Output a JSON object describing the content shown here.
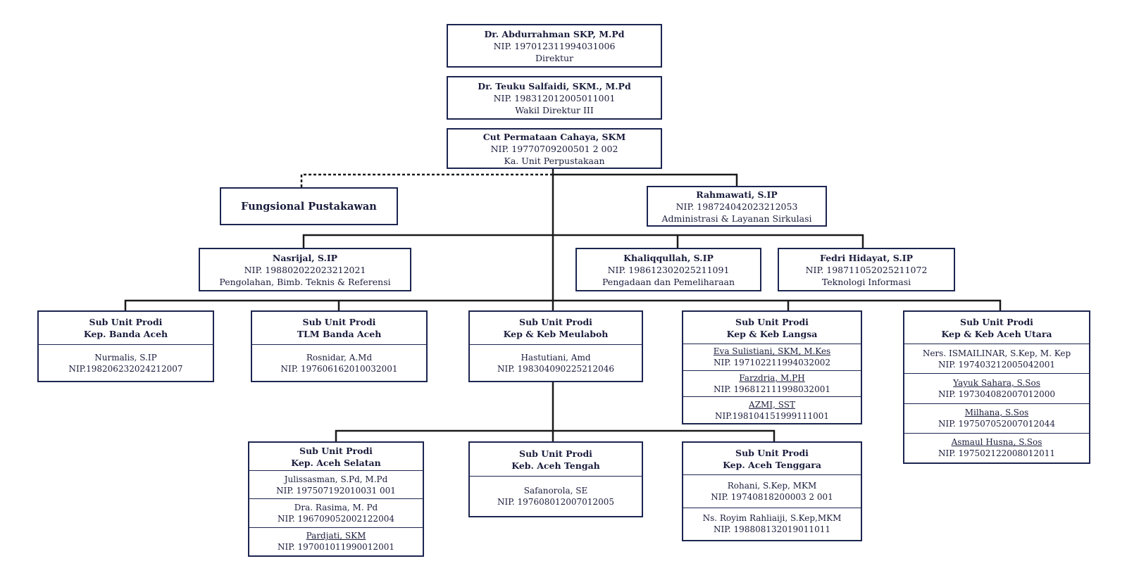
{
  "top": [
    {
      "name": "Dr. Abdurrahman SKP, M.Pd",
      "nip": "NIP. 197012311994031006",
      "role": "Direktur"
    },
    {
      "name": "Dr. Teuku Salfaidi, SKM., M.Pd",
      "nip": "NIP. 198312012005011001",
      "role": "Wakil Direktur III"
    },
    {
      "name": "Cut Permataan Cahaya, SKM",
      "nip": "NIP. 19770709200501 2 002",
      "role": "Ka. Unit Perpustakaan"
    }
  ],
  "fungsional": "Fungsional Pustakawan",
  "rahmawati": {
    "name": "Rahmawati, S.IP",
    "nip": "NIP. 198724042023212053",
    "role": "Administrasi & Layanan Sirkulasi"
  },
  "staff": [
    {
      "name": "Nasrijal, S.IP",
      "nip": "NIP. 198802022023212021",
      "role": "Pengolahan, Bimb. Teknis & Referensi"
    },
    {
      "name": "Khaliqqullah, S.IP",
      "nip": "NIP. 198612302025211091",
      "role": "Pengadaan dan Pemeliharaan"
    },
    {
      "name": "Fedri Hidayat, S.IP",
      "nip": "NIP. 198711052025211072",
      "role": "Teknologi Informasi"
    }
  ],
  "units": [
    {
      "title1": "Sub Unit Prodi",
      "title2": "Kep. Banda Aceh",
      "members": [
        {
          "name": "Nurmalis, S.IP",
          "nip": "NIP.198206232024212007"
        }
      ]
    },
    {
      "title1": "Sub Unit Prodi",
      "title2": "TLM Banda Aceh",
      "members": [
        {
          "name": "Rosnidar, A.Md",
          "nip": "NIP. 197606162010032001"
        }
      ]
    },
    {
      "title1": "Sub Unit Prodi",
      "title2": "Kep & Keb Meulaboh",
      "members": [
        {
          "name": "Hastutiani, Amd",
          "nip": "NIP. 198304090225212046"
        }
      ]
    },
    {
      "title1": "Sub Unit Prodi",
      "title2": "Kep & Keb Langsa",
      "members": [
        {
          "name": "Eva Sulistiani, SKM, M.Kes",
          "nip": "NIP. 197102211994032002"
        },
        {
          "name": "Farzdria, M.PH",
          "nip": "NIP. 196812111998032001"
        },
        {
          "name": "AZMI, SST",
          "nip": "NIP.198104151999111001"
        }
      ]
    },
    {
      "title1": "Sub Unit Prodi",
      "title2": "Kep & Keb Aceh Utara",
      "members": [
        {
          "name": "Ners. ISMAILINAR, S.Kep, M. Kep",
          "nip": "NIP. 197403212005042001"
        },
        {
          "name": "Yayuk Sahara, S.Sos",
          "nip": "NIP. 197304082007012000"
        },
        {
          "name": "Milhana, S.Sos",
          "nip": "NIP. 197507052007012044"
        },
        {
          "name": "Asmaul Husna, S.Sos",
          "nip": "NIP. 197502122008012011"
        }
      ]
    },
    {
      "title1": "Sub Unit Prodi",
      "title2": "Kep. Aceh Selatan",
      "members": [
        {
          "name": "Julissasman, S.Pd, M.Pd",
          "nip": "NIP. 197507192010031 001"
        },
        {
          "name": "Dra. Rasima, M. Pd",
          "nip": "NIP. 196709052002122004"
        },
        {
          "name": "Pardjati, SKM",
          "nip": "NIP. 197001011990012001"
        }
      ]
    },
    {
      "title1": "Sub Unit Prodi",
      "title2": "Keb. Aceh Tengah",
      "members": [
        {
          "name": "Safanorola, SE",
          "nip": "NIP. 197608012007012005"
        }
      ]
    },
    {
      "title1": "Sub Unit Prodi",
      "title2": "Kep. Aceh Tenggara",
      "members": [
        {
          "name": "Rohani, S.Kep, MKM",
          "nip": "NIP. 19740818200003 2 001"
        },
        {
          "name": "Ns. Royim Rahliaiji, S.Kep,MKM",
          "nip": "NIP. 198808132019011011"
        }
      ]
    }
  ]
}
